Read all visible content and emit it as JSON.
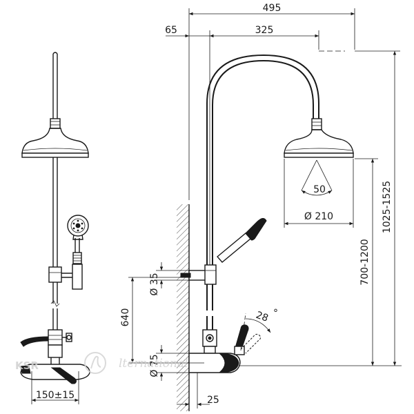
{
  "dimensions": {
    "overall_width": "495",
    "wall_offset": "65",
    "arm_reach": "325",
    "head_diameter": "Ø 210",
    "spray_angle": "50",
    "overall_height": "1025-1525",
    "head_height": "700-1200",
    "bracket_height": "640",
    "bracket_diameter": "Ø 35",
    "mixer_diameter": "Ø 75",
    "mixer_projection": "25",
    "handle_angle": "28",
    "degree_mark": "°",
    "centers": "150±15"
  },
  "watermark": {
    "mark": "KSR",
    "script": "lternational"
  }
}
